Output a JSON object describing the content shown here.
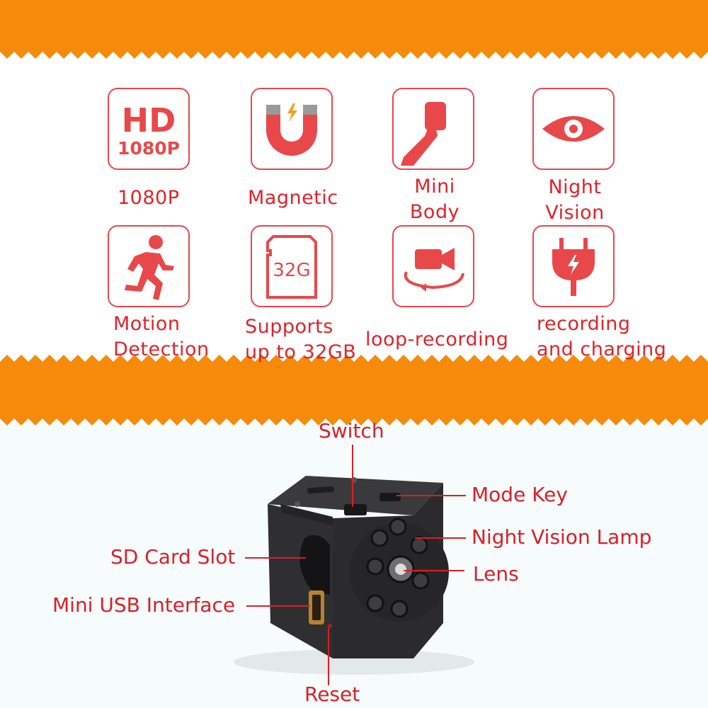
{
  "features": [
    {
      "label_lines": [
        "1080P"
      ],
      "icon": "hd-1080p-icon",
      "icon_text": [
        "HD",
        "1080P"
      ]
    },
    {
      "label_lines": [
        "Magnetic"
      ],
      "icon": "magnet-icon"
    },
    {
      "label_lines": [
        "Mini",
        "Body"
      ],
      "icon": "mini-body-icon"
    },
    {
      "label_lines": [
        "Night",
        "Vision"
      ],
      "icon": "eye-icon"
    },
    {
      "label_lines": [
        "Motion",
        "Detection"
      ],
      "icon": "running-person-icon"
    },
    {
      "label_lines": [
        "Supports",
        "up to 32GB"
      ],
      "icon": "sd-card-icon",
      "icon_text": [
        "32G"
      ]
    },
    {
      "label_lines": [
        "loop-recording"
      ],
      "icon": "loop-camera-icon"
    },
    {
      "label_lines": [
        "recording",
        "and charging"
      ],
      "icon": "plug-icon"
    }
  ],
  "callouts": {
    "switch": "Switch",
    "mode_key": "Mode Key",
    "night_lamp": "Night Vision Lamp",
    "lens": "Lens",
    "sd_slot": "SD Card Slot",
    "usb": "Mini USB Interface",
    "reset": "Reset"
  },
  "colors": {
    "accent_orange": "#f58a0b",
    "label_red": "#e0222a",
    "icon_red": "#e8484a",
    "camera_body": "#2b2b2d"
  }
}
